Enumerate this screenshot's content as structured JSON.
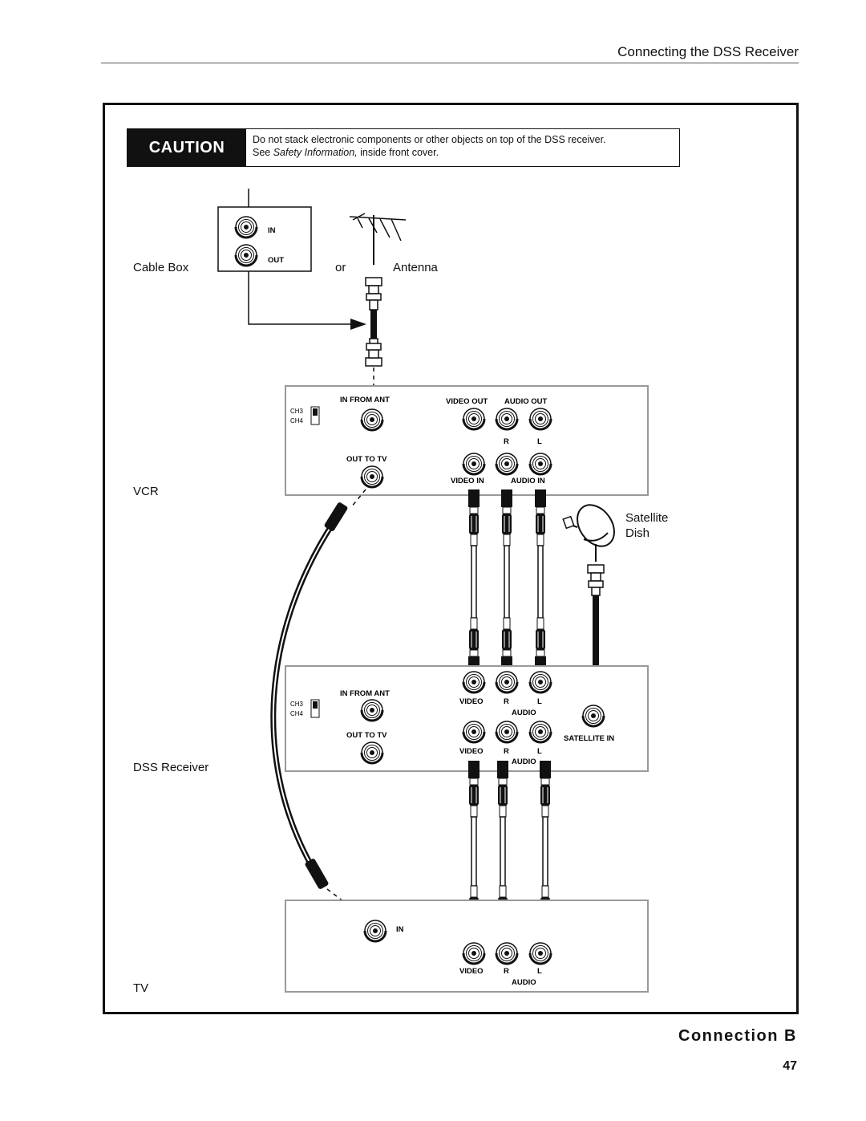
{
  "header": {
    "title": "Connecting the DSS Receiver"
  },
  "caution": {
    "label": "CAUTION",
    "line1": "Do not stack electronic components or other objects on top of  the DSS receiver.",
    "line2_prefix": "See ",
    "line2_italic": "Safety Information,",
    "line2_suffix": " inside front cover."
  },
  "devices": {
    "cable_box": {
      "label": "Cable Box",
      "port_in": "IN",
      "port_out": "OUT"
    },
    "or": "or",
    "antenna": {
      "label": "Antenna"
    },
    "vcr": {
      "label": "VCR",
      "ch3": "CH3",
      "ch4": "CH4",
      "in_from_ant": "IN FROM ANT",
      "out_to_tv": "OUT TO TV",
      "video_out": "VIDEO OUT",
      "audio_out": "AUDIO OUT",
      "r": "R",
      "l": "L",
      "video_in": "VIDEO IN",
      "audio_in": "AUDIO IN"
    },
    "satellite": {
      "label_line1": "Satellite",
      "label_line2": "Dish"
    },
    "dss": {
      "label": "DSS Receiver",
      "ch3": "CH3",
      "ch4": "CH4",
      "in_from_ant": "IN FROM ANT",
      "out_to_tv": "OUT TO TV",
      "video": "VIDEO",
      "r": "R",
      "l": "L",
      "audio": "AUDIO",
      "satellite_in": "SATELLITE IN"
    },
    "tv": {
      "label": "TV",
      "in": "IN",
      "video": "VIDEO",
      "r": "R",
      "l": "L",
      "audio": "AUDIO"
    }
  },
  "footer": {
    "title": "Connection B",
    "page_number": "47"
  }
}
